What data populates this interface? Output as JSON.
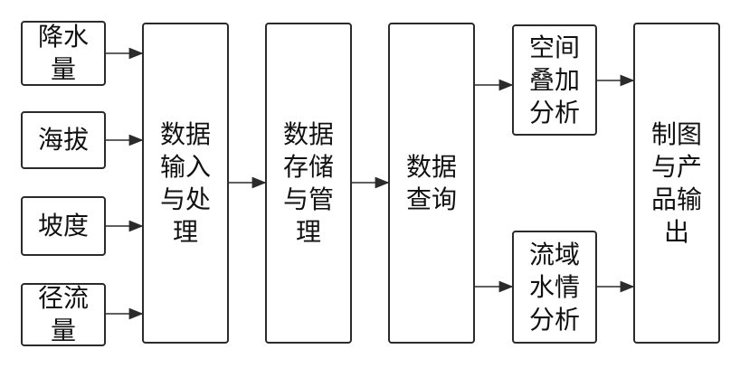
{
  "nodes": {
    "rainfall": "降水\n量",
    "elevation": "海拔",
    "slope": "坡度",
    "runoff": "径流\n量",
    "input": "数据\n输入\n与处\n理",
    "storage": "数据\n存储\n与管\n理",
    "query": "数据\n查询",
    "overlay": "空间\n叠加\n分析",
    "hydro": "流域\n水情\n分析",
    "output": "制图\n与产\n品输\n出"
  }
}
